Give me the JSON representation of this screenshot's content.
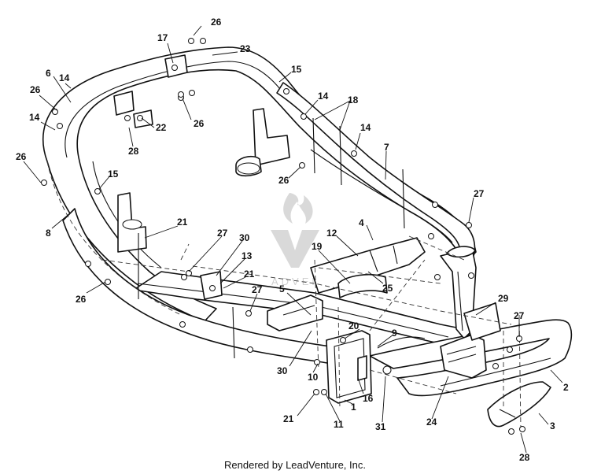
{
  "watermark": {
    "text": "ADVENTURE",
    "brand_color": "#d9d9d9"
  },
  "footer": {
    "text": "Rendered by LeadVenture, Inc."
  },
  "callouts": [
    {
      "id": "c1",
      "label": "26"
    },
    {
      "id": "c2",
      "label": "17"
    },
    {
      "id": "c3",
      "label": "23"
    },
    {
      "id": "c4",
      "label": "6"
    },
    {
      "id": "c5",
      "label": "14"
    },
    {
      "id": "c6",
      "label": "15"
    },
    {
      "id": "c7",
      "label": "26"
    },
    {
      "id": "c8",
      "label": "14"
    },
    {
      "id": "c9",
      "label": "18"
    },
    {
      "id": "c10",
      "label": "22"
    },
    {
      "id": "c11",
      "label": "26"
    },
    {
      "id": "c12",
      "label": "14"
    },
    {
      "id": "c13",
      "label": "28"
    },
    {
      "id": "c14",
      "label": "14"
    },
    {
      "id": "c15",
      "label": "7"
    },
    {
      "id": "c16",
      "label": "26"
    },
    {
      "id": "c17",
      "label": "26"
    },
    {
      "id": "c18",
      "label": "15"
    },
    {
      "id": "c19",
      "label": "27"
    },
    {
      "id": "c20",
      "label": "8"
    },
    {
      "id": "c21",
      "label": "21"
    },
    {
      "id": "c22",
      "label": "4"
    },
    {
      "id": "c23",
      "label": "12"
    },
    {
      "id": "c24",
      "label": "27"
    },
    {
      "id": "c25",
      "label": "30"
    },
    {
      "id": "c26",
      "label": "19"
    },
    {
      "id": "c27",
      "label": "13"
    },
    {
      "id": "c28",
      "label": "21"
    },
    {
      "id": "c29",
      "label": "25"
    },
    {
      "id": "c30",
      "label": "26"
    },
    {
      "id": "c31",
      "label": "27"
    },
    {
      "id": "c32",
      "label": "5"
    },
    {
      "id": "c33",
      "label": "29"
    },
    {
      "id": "c34",
      "label": "27"
    },
    {
      "id": "c35",
      "label": "20"
    },
    {
      "id": "c36",
      "label": "9"
    },
    {
      "id": "c37",
      "label": "30"
    },
    {
      "id": "c38",
      "label": "10"
    },
    {
      "id": "c39",
      "label": "16"
    },
    {
      "id": "c40",
      "label": "2"
    },
    {
      "id": "c41",
      "label": "1"
    },
    {
      "id": "c42",
      "label": "21"
    },
    {
      "id": "c43",
      "label": "11"
    },
    {
      "id": "c44",
      "label": "31"
    },
    {
      "id": "c45",
      "label": "24"
    },
    {
      "id": "c46",
      "label": "3"
    },
    {
      "id": "c47",
      "label": "28"
    }
  ]
}
